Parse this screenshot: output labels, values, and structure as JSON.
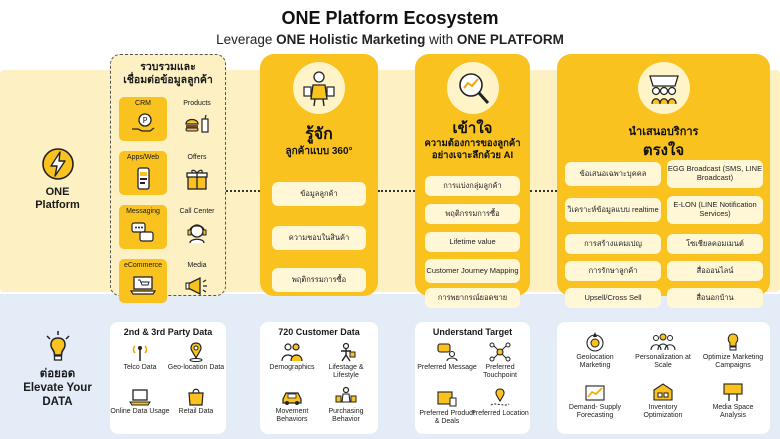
{
  "header": {
    "title": "ONE Platform Ecosystem",
    "subtitle_prefix": "Leverage ",
    "subtitle_bold1": "ONE Holistic Marketing",
    "subtitle_mid": " with ",
    "subtitle_bold2": "ONE PLATFORM"
  },
  "left_rail": {
    "top_label_line1": "ONE",
    "top_label_line2": "Platform",
    "bottom_label_line1": "ต่อยอด",
    "bottom_label_line2": "Elevate Your",
    "bottom_label_line3": "DATA"
  },
  "data_sources": {
    "title_line1": "รวบรวมและ",
    "title_line2": "เชื่อมต่อข้อมูลลูกค้า",
    "items": [
      {
        "label": "CRM",
        "icon": "hand-coin-icon"
      },
      {
        "label": "Products",
        "icon": "burger-drink-icon"
      },
      {
        "label": "Apps/Web",
        "icon": "mobile-app-icon"
      },
      {
        "label": "Offers",
        "icon": "gift-icon"
      },
      {
        "label": "Messaging",
        "icon": "chat-bubbles-icon"
      },
      {
        "label": "Call Center",
        "icon": "headset-agent-icon"
      },
      {
        "label": "eCommerce",
        "icon": "laptop-cart-icon"
      },
      {
        "label": "Media",
        "icon": "megaphone-icon"
      }
    ]
  },
  "columns": [
    {
      "id": "know",
      "heading_line1": "รู้จัก",
      "heading_line2": "ลูกค้าแบบ 360°",
      "icon": "shopper-icon",
      "pills": [
        "ข้อมูลลูกค้า",
        "ความชอบในสินค้า",
        "พฤติกรรมการซื้อ"
      ]
    },
    {
      "id": "understand",
      "heading_line1": "เข้าใจ",
      "heading_line2": "ความต้องการของลูกค้า",
      "heading_line3": "อย่างเจาะลึกด้วย AI",
      "icon": "magnifier-chart-icon",
      "pills": [
        "การแบ่งกลุ่มลูกค้า",
        "พฤติกรรมการซื้อ",
        "Lifetime value",
        "Customer Journey Mapping",
        "การพยากรณ์ยอดขาย"
      ]
    },
    {
      "id": "offer",
      "heading_line1": "นำเสนอบริการ",
      "heading_line2": "ตรงใจ",
      "icon": "shopping-team-icon",
      "pills_left": [
        "ข้อเสนอเฉพาะบุคคล",
        "วิเคราะห์ข้อมูลแบบ realtime",
        "การสร้างแคมเปญ",
        "การรักษาลูกค้า",
        "Upsell/Cross Sell"
      ],
      "pills_right": [
        "EGG Broadcast (SMS, LINE Broadcast)",
        "E-LON (LINE Notification Services)",
        "โซเชียลคอมเมนต์",
        "สื่อออนไลน์",
        "สื่อนอกบ้าน"
      ]
    }
  ],
  "panels": [
    {
      "title": "2nd & 3rd Party Data",
      "items": [
        {
          "label": "Telco Data",
          "icon": "antenna-icon"
        },
        {
          "label": "Geo-location Data",
          "icon": "location-pin-icon"
        },
        {
          "label": "Online Data Usage",
          "icon": "laptop-icon"
        },
        {
          "label": "Retail Data",
          "icon": "shopping-bag-icon"
        }
      ]
    },
    {
      "title": "720 Customer Data",
      "items": [
        {
          "label": "Demographics",
          "icon": "people-icon"
        },
        {
          "label": "Lifestage & Lifestyle",
          "icon": "lifestyle-icon"
        },
        {
          "label": "Movement Behaviors",
          "icon": "car-icon"
        },
        {
          "label": "Purchasing Behavior",
          "icon": "shopper-bags-icon"
        }
      ]
    },
    {
      "title": "Understand Target",
      "items": [
        {
          "label": "Preferred Message",
          "icon": "message-user-icon"
        },
        {
          "label": "Preferred Touchpoint",
          "icon": "network-icon"
        },
        {
          "label": "Preferred Product & Deals",
          "icon": "product-tag-icon"
        },
        {
          "label": "Preferred Location",
          "icon": "route-pin-icon"
        }
      ]
    },
    {
      "title": "",
      "items": [
        {
          "label": "Geolocation Marketing",
          "icon": "target-pin-icon"
        },
        {
          "label": "Personalization at Scale",
          "icon": "crowd-icon"
        },
        {
          "label": "Optimize Marketing Campaigns",
          "icon": "bulb-target-icon"
        },
        {
          "label": "Demand- Supply Forecasting",
          "icon": "forecast-icon"
        },
        {
          "label": "Inventory Optimization",
          "icon": "warehouse-icon"
        },
        {
          "label": "Media Space Analysis",
          "icon": "billboard-icon"
        }
      ]
    }
  ],
  "colors": {
    "accent_yellow": "#f9c21e",
    "band_yellow": "#fdf1c4",
    "band_blue": "#e3ecf7",
    "pill_fill": "#fff7d6"
  }
}
